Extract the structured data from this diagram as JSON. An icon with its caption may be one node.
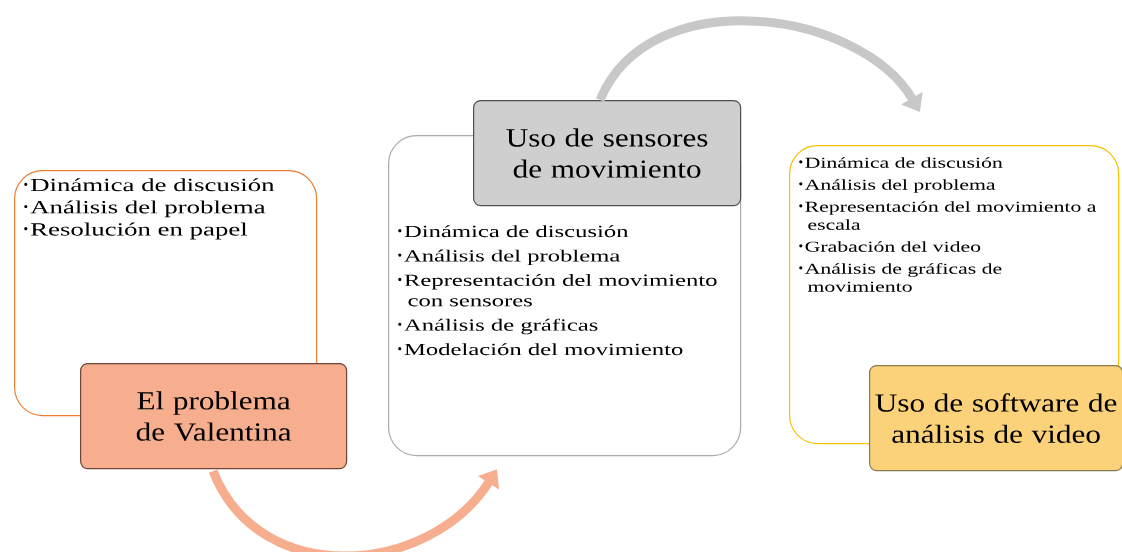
{
  "diagram": {
    "nodes": [
      {
        "text": [
          "Dinámica de discusión",
          "Análisis del problema",
          "Resolución en papel"
        ]
      },
      {
        "text": [
          "El problema de Valentina"
        ]
      },
      {
        "text": [
          "Uso de sensores de movimiento"
        ]
      },
      {
        "text": [
          "Dinámica  de discusión",
          "Análisis  del problema",
          "Representación del movimiento con sensores",
          "Análisis  de gráficas",
          "Modelación del movimiento"
        ]
      },
      {
        "text": [
          "Dinámica de discusión",
          "Análisis del problema",
          "Representación del movimiento a escala",
          "Grabación del video",
          "Análisis de gráficas de movimiento"
        ]
      },
      {
        "text": [
          "Uso de software de análisis de video"
        ]
      }
    ],
    "edges": [
      {
        "from": 1,
        "to": 3,
        "arrow": "to",
        "color": "#f6ae8e"
      },
      {
        "from": 2,
        "to": 4,
        "arrow": "to",
        "color": "#c8c8c8"
      }
    ]
  }
}
